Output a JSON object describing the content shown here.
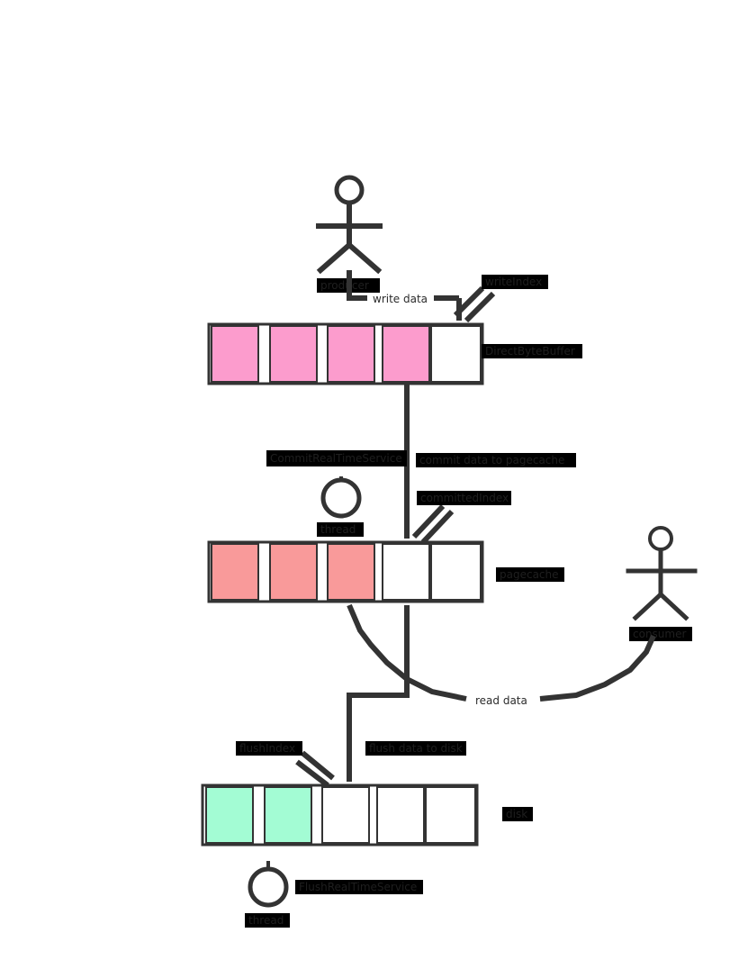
{
  "colors": {
    "line": "#333333",
    "direct_buffer_fill": "#fc9ccd",
    "page_cache_fill": "#f99a9a",
    "disk_fill": "#a3fcd4",
    "empty_fill": "#ffffff",
    "label_background": "#000000"
  },
  "actors": {
    "producer": {
      "name": "producer"
    },
    "consumer": {
      "name": "consumer"
    }
  },
  "threads": {
    "commit": {
      "service": "CommitRealTimeService",
      "label": "thread"
    },
    "flush": {
      "service": "FlushRealTimeService",
      "label": "thread"
    }
  },
  "buffers": {
    "direct": {
      "label": "DirectByteBuffer",
      "filled": 4,
      "total": 5
    },
    "page_cache": {
      "label": "pagecache",
      "filled": 3,
      "total": 5
    },
    "disk": {
      "label": "disk",
      "filled": 2,
      "total": 5
    }
  },
  "pointers": {
    "write_index": "writeIndex",
    "committed_index": "committedIndex",
    "flush_index": "flushIndex"
  },
  "edges": {
    "write": "write data",
    "commit": "commit data to pagecache",
    "read": "read data",
    "flush": "flush data to disk"
  },
  "icons": {
    "actor": "stick-figure-icon",
    "thread": "clock-icon"
  }
}
